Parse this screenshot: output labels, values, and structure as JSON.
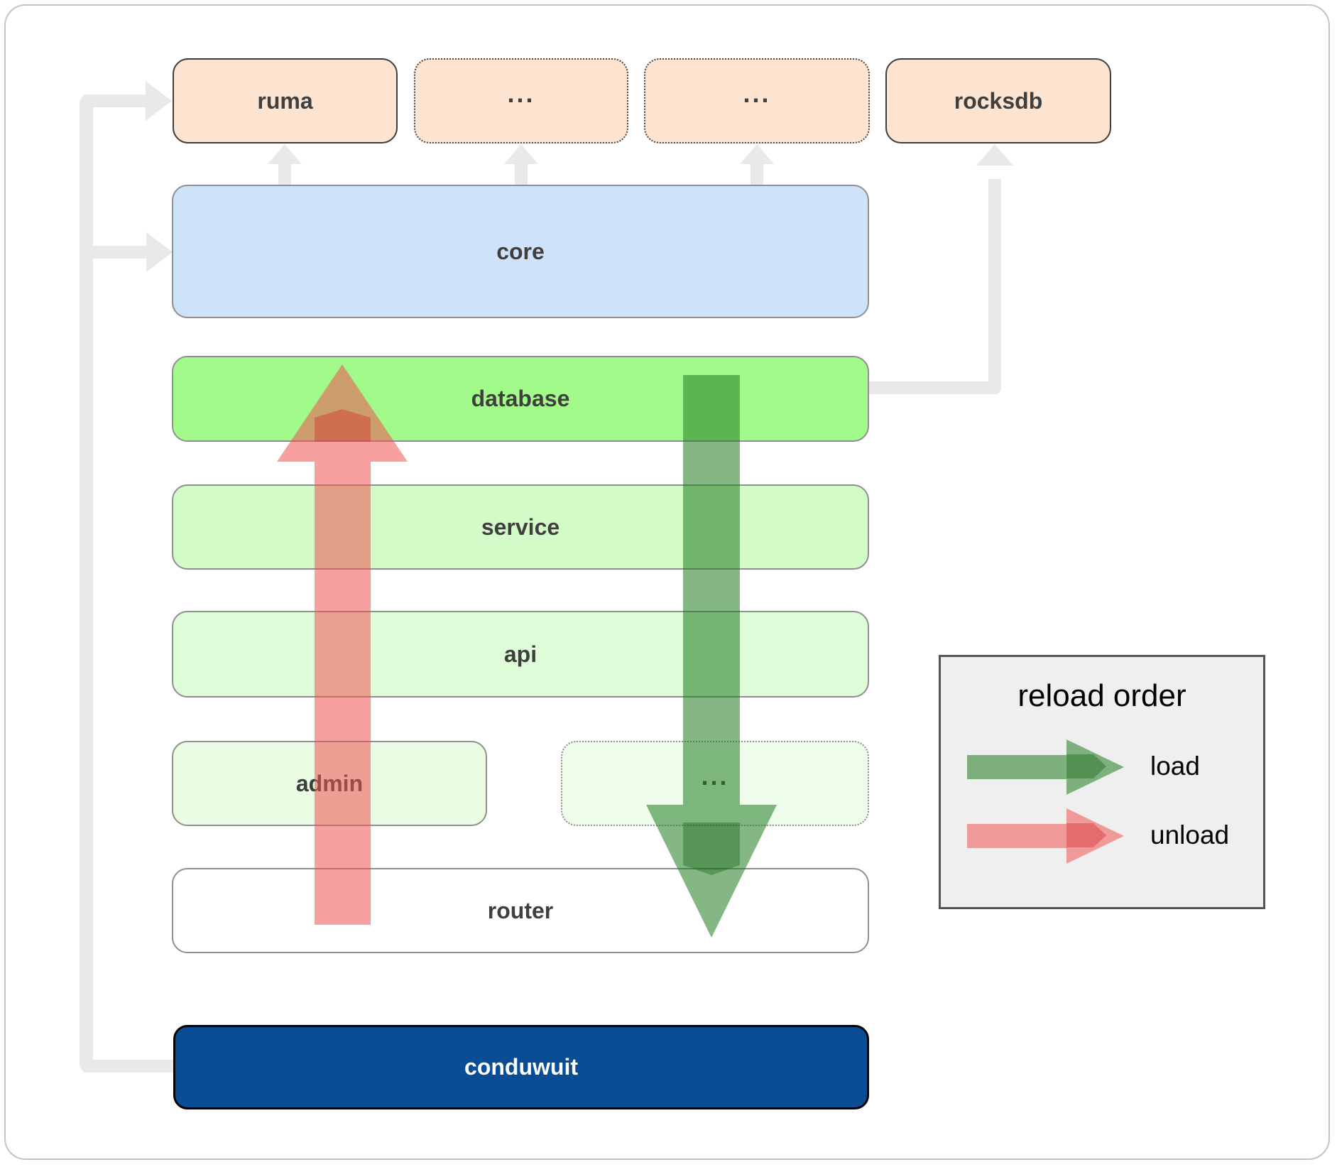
{
  "diagram": {
    "top_row": [
      {
        "label": "ruma",
        "border": "solid"
      },
      {
        "label": "...",
        "border": "dotted"
      },
      {
        "label": "...",
        "border": "dotted"
      },
      {
        "label": "rocksdb",
        "border": "solid"
      }
    ],
    "rows": [
      {
        "label": "core"
      },
      {
        "label": "database"
      },
      {
        "label": "service"
      },
      {
        "label": "api"
      }
    ],
    "admin_row": [
      {
        "label": "admin",
        "border": "solid"
      },
      {
        "label": "...",
        "border": "dotted"
      }
    ],
    "router_label": "router",
    "app_label": "conduwuit"
  },
  "legend": {
    "title": "reload order",
    "items": [
      {
        "label": "load",
        "color": "#3f9b3f"
      },
      {
        "label": "unload",
        "color": "#f07373"
      }
    ]
  },
  "colors": {
    "peach": "#fce4d1",
    "core_blue": "#cfe3f8",
    "database_green": "#a2fa8a",
    "service_green": "#d2fbc8",
    "api_green": "#ddfcd7",
    "admin_green": "#eafce4",
    "dots_green": "#eefdea",
    "router_white": "#ffffff",
    "conduwuit_navy": "#0b4d94",
    "connector_gray": "#e9e9e9",
    "legend_bg": "#efefef"
  }
}
